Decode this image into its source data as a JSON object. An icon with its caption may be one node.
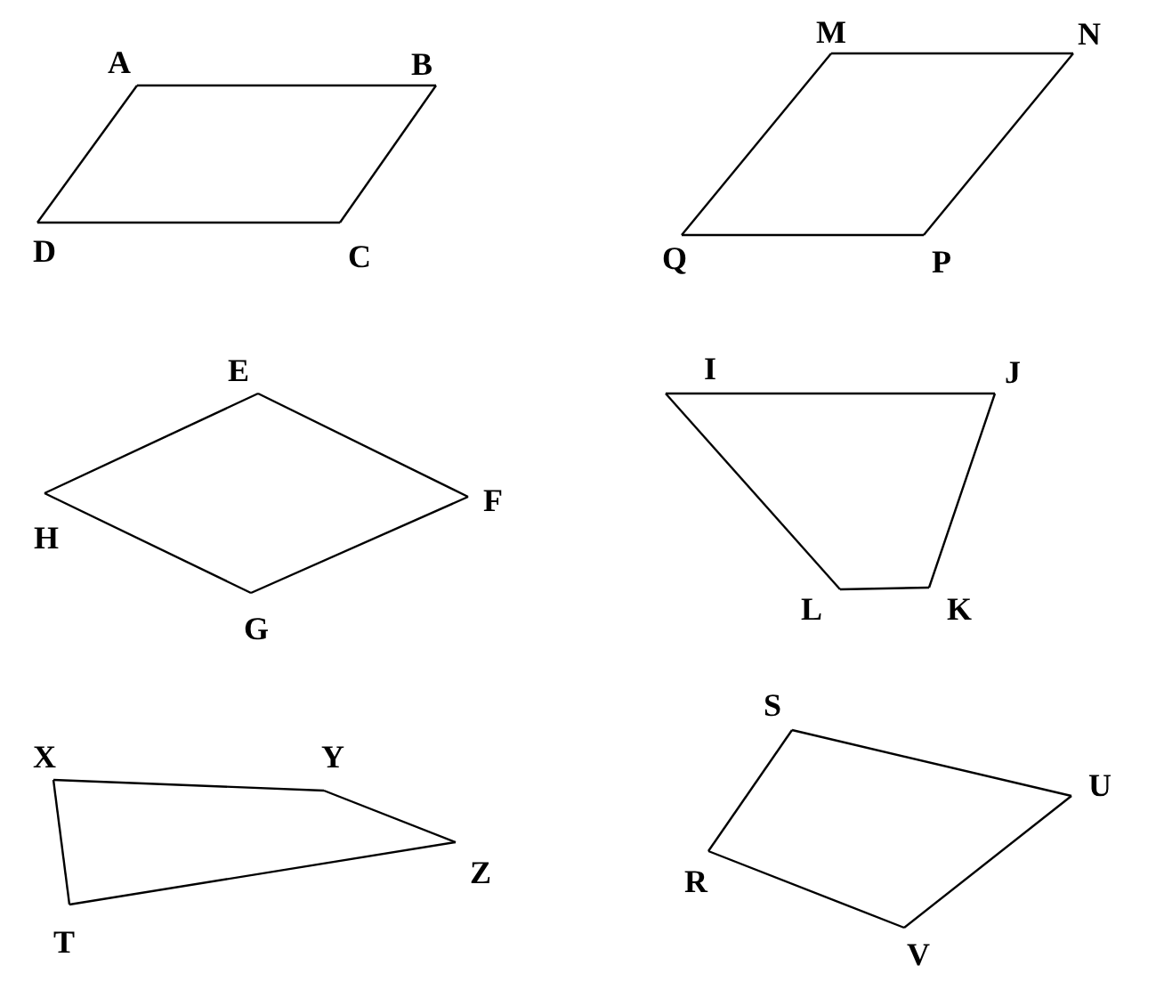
{
  "diagram": {
    "nodes": [
      {
        "text": [
          "A"
        ]
      },
      {
        "text": [
          "B"
        ]
      },
      {
        "text": [
          "C"
        ]
      },
      {
        "text": [
          "D"
        ]
      },
      {
        "text": [
          "M"
        ]
      },
      {
        "text": [
          "N"
        ]
      },
      {
        "text": [
          "P"
        ]
      },
      {
        "text": [
          "Q"
        ]
      },
      {
        "text": [
          "E"
        ]
      },
      {
        "text": [
          "F"
        ]
      },
      {
        "text": [
          "G"
        ]
      },
      {
        "text": [
          "H"
        ]
      },
      {
        "text": [
          "I"
        ]
      },
      {
        "text": [
          "J"
        ]
      },
      {
        "text": [
          "K"
        ]
      },
      {
        "text": [
          "L"
        ]
      },
      {
        "text": [
          "X"
        ]
      },
      {
        "text": [
          "Y"
        ]
      },
      {
        "text": [
          "Z"
        ]
      },
      {
        "text": [
          "T"
        ]
      },
      {
        "text": [
          "S"
        ]
      },
      {
        "text": [
          "U"
        ]
      },
      {
        "text": [
          "V"
        ]
      },
      {
        "text": [
          "R"
        ]
      }
    ],
    "edges": [
      {
        "from": 0,
        "to": 1,
        "arrow": "none"
      },
      {
        "from": 1,
        "to": 2,
        "arrow": "none"
      },
      {
        "from": 2,
        "to": 3,
        "arrow": "none"
      },
      {
        "from": 3,
        "to": 0,
        "arrow": "none"
      },
      {
        "from": 4,
        "to": 5,
        "arrow": "none"
      },
      {
        "from": 5,
        "to": 6,
        "arrow": "none"
      },
      {
        "from": 6,
        "to": 7,
        "arrow": "none"
      },
      {
        "from": 7,
        "to": 4,
        "arrow": "none"
      },
      {
        "from": 8,
        "to": 9,
        "arrow": "none"
      },
      {
        "from": 9,
        "to": 10,
        "arrow": "none"
      },
      {
        "from": 10,
        "to": 11,
        "arrow": "none"
      },
      {
        "from": 11,
        "to": 8,
        "arrow": "none"
      },
      {
        "from": 12,
        "to": 13,
        "arrow": "none"
      },
      {
        "from": 13,
        "to": 14,
        "arrow": "none"
      },
      {
        "from": 14,
        "to": 15,
        "arrow": "none"
      },
      {
        "from": 15,
        "to": 12,
        "arrow": "none"
      },
      {
        "from": 16,
        "to": 17,
        "arrow": "none"
      },
      {
        "from": 17,
        "to": 18,
        "arrow": "none"
      },
      {
        "from": 18,
        "to": 19,
        "arrow": "none"
      },
      {
        "from": 19,
        "to": 16,
        "arrow": "none"
      },
      {
        "from": 20,
        "to": 21,
        "arrow": "none"
      },
      {
        "from": 21,
        "to": 22,
        "arrow": "none"
      },
      {
        "from": 22,
        "to": 23,
        "arrow": "none"
      },
      {
        "from": 23,
        "to": 20,
        "arrow": "none"
      }
    ]
  }
}
